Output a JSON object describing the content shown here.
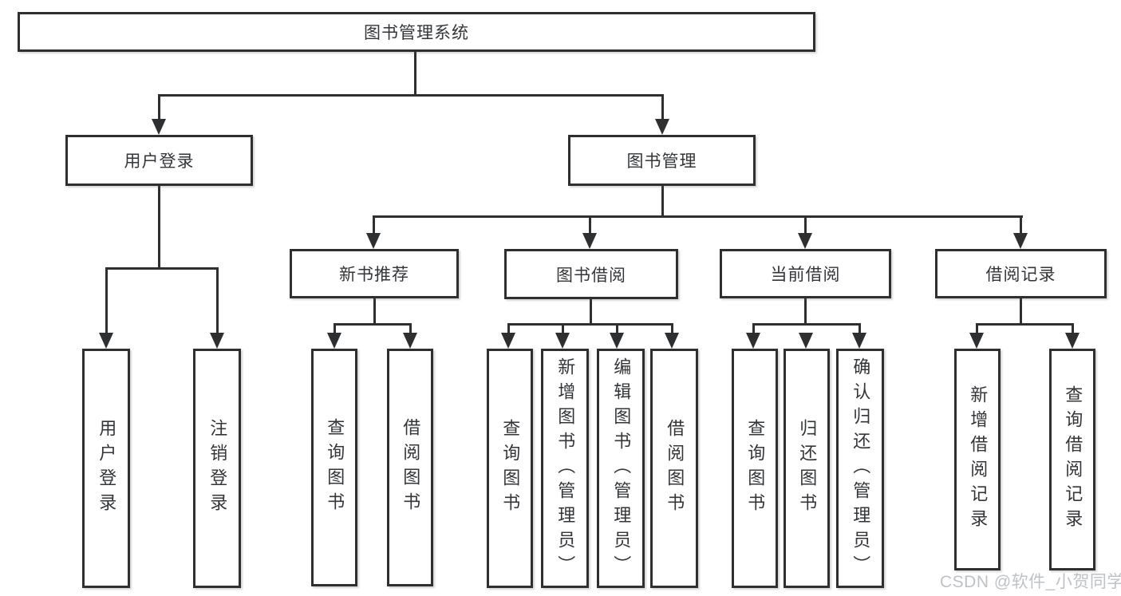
{
  "diagram": {
    "type": "hierarchy-flowchart",
    "colors": {
      "line": "#2e2f31",
      "text": "#333538",
      "background": "#ffffff",
      "watermark": "#babec3"
    },
    "tree": {
      "label": "图书管理系统",
      "children": [
        {
          "label": "用户登录",
          "children": [
            {
              "label": "用户登录"
            },
            {
              "label": "注销登录"
            }
          ]
        },
        {
          "label": "图书管理",
          "children": [
            {
              "label": "新书推荐",
              "children": [
                {
                  "label": "查询图书"
                },
                {
                  "label": "借阅图书"
                }
              ]
            },
            {
              "label": "图书借阅",
              "children": [
                {
                  "label": "查询图书"
                },
                {
                  "label": "新增图书（管理员）"
                },
                {
                  "label": "编辑图书（管理员）"
                },
                {
                  "label": "借阅图书"
                }
              ]
            },
            {
              "label": "当前借阅",
              "children": [
                {
                  "label": "查询图书"
                },
                {
                  "label": "归还图书"
                },
                {
                  "label": "确认归还（管理员）"
                }
              ]
            },
            {
              "label": "借阅记录",
              "children": [
                {
                  "label": "新增借阅记录"
                },
                {
                  "label": "查询借阅记录"
                }
              ]
            }
          ]
        }
      ]
    },
    "watermark": {
      "text": "CSDN @软件_小贺同学"
    }
  }
}
